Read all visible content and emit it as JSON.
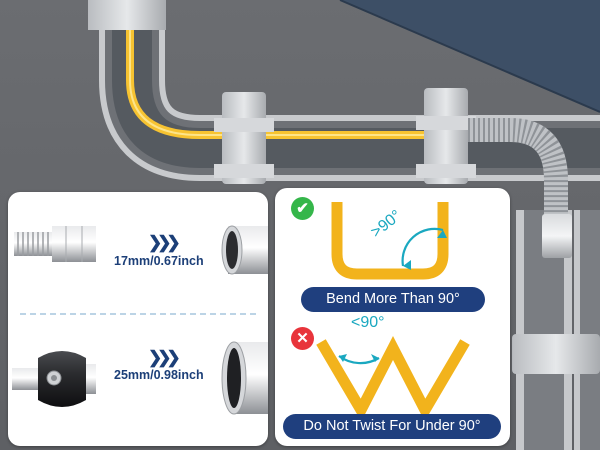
{
  "fitting_sizes": [
    {
      "measure": "17mm/0.67inch"
    },
    {
      "measure": "25mm/0.98inch"
    }
  ],
  "bend_guide": {
    "good": {
      "badge": "✔",
      "angle_label": ">90°",
      "caption": "Bend More Than 90°"
    },
    "bad": {
      "badge": "✕",
      "angle_label": "<90°",
      "caption": "Do Not Twist For Under 90°"
    }
  },
  "colors": {
    "accent_navy": "#1f3f7e",
    "hose_yellow": "#f7c331",
    "angle_cyan": "#1aa8c0",
    "ok_green": "#35b64a",
    "no_red": "#e8343b"
  },
  "icons": [
    "check-icon",
    "cross-icon",
    "double-chevron-icon"
  ]
}
